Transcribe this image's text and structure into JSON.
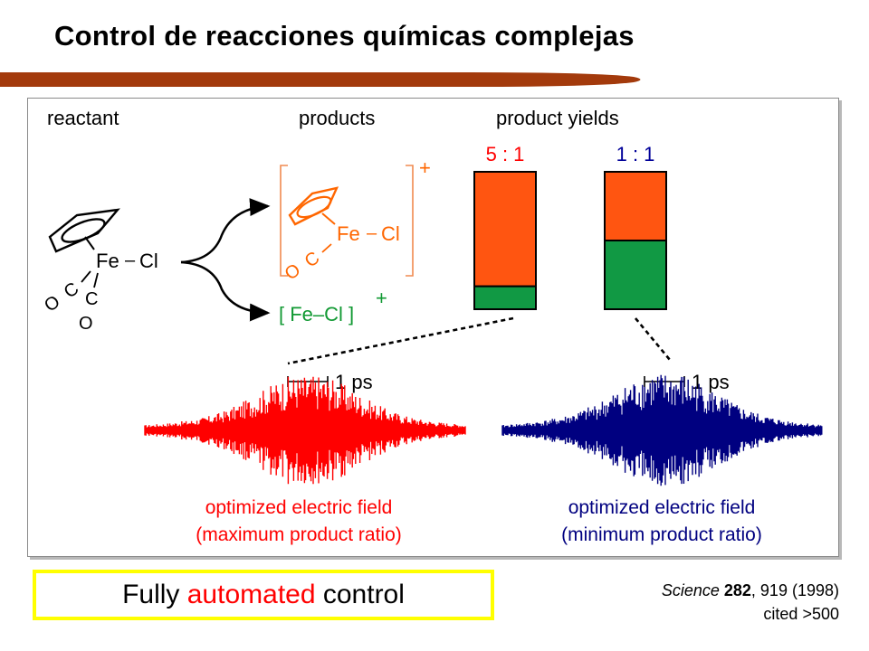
{
  "slide": {
    "title": "Control de reacciones químicas complejas",
    "rule_color": "#a33a0c"
  },
  "figure": {
    "headers": {
      "reactant": "reactant",
      "products": "products",
      "yields": "product yields"
    },
    "reactant": {
      "fe": "Fe",
      "bond": "–",
      "cl": "Cl",
      "c": "C",
      "o": "O"
    },
    "product_upper": {
      "charge": "+",
      "fe": "Fe",
      "bond": "–",
      "cl": "Cl",
      "c": "C",
      "o": "O",
      "color": "#ff6600"
    },
    "product_lower": {
      "formula": "[ Fe–Cl ]",
      "charge": "+",
      "color": "#119933"
    },
    "yield_bars": [
      {
        "ratio_label": "5 : 1",
        "ratio": [
          5,
          1
        ],
        "label_color": "#ff0000"
      },
      {
        "ratio_label": "1 : 1",
        "ratio": [
          1,
          1
        ],
        "label_color": "#000099"
      }
    ],
    "bar_colors": {
      "upper": "#ff5511",
      "lower": "#119944"
    },
    "fields": [
      {
        "scale_label": "1 ps",
        "caption_line1": "optimized electric field",
        "caption_line2": "(maximum product ratio)",
        "color": "#ff0000"
      },
      {
        "scale_label": "1 ps",
        "caption_line1": "optimized electric field",
        "caption_line2": "(minimum product ratio)",
        "color": "#000080"
      }
    ]
  },
  "control_box": {
    "before": "Fully ",
    "accent": "automated",
    "after": " control",
    "accent_color": "#ff0000",
    "border_color": "#ffff00"
  },
  "citation": {
    "journal": "Science",
    "volume": "282",
    "pages_year": ", 919 (1998)",
    "cited": "cited >500"
  }
}
